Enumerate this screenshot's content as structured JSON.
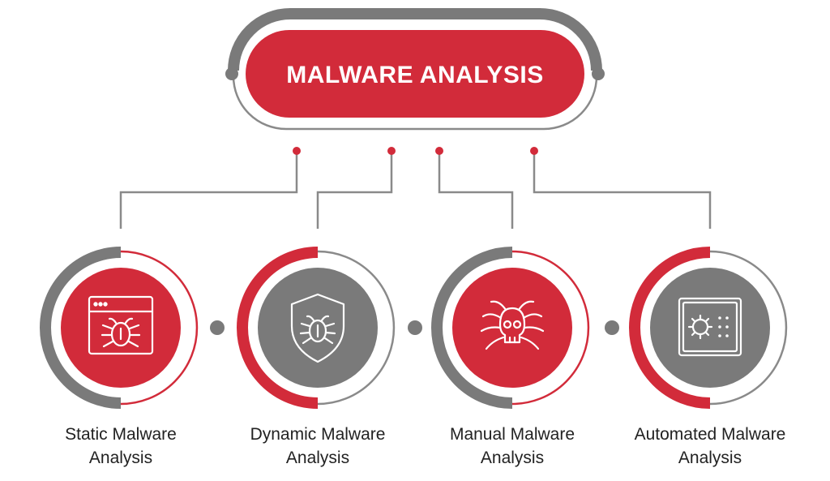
{
  "title": "MALWARE ANALYSIS",
  "colors": {
    "red": "#d22b3a",
    "gray": "#7a7a7a",
    "light_gray": "#8a8a8a",
    "dark_text": "#222222"
  },
  "categories": [
    {
      "line1": "Static Malware",
      "line2": "Analysis",
      "icon": "browser-bug-icon",
      "fill": "red"
    },
    {
      "line1": "Dynamic Malware",
      "line2": "Analysis",
      "icon": "shield-bug-icon",
      "fill": "gray"
    },
    {
      "line1": "Manual Malware",
      "line2": "Analysis",
      "icon": "skull-bug-icon",
      "fill": "red"
    },
    {
      "line1": "Automated Malware",
      "line2": "Analysis",
      "icon": "safe-virus-icon",
      "fill": "gray"
    }
  ]
}
